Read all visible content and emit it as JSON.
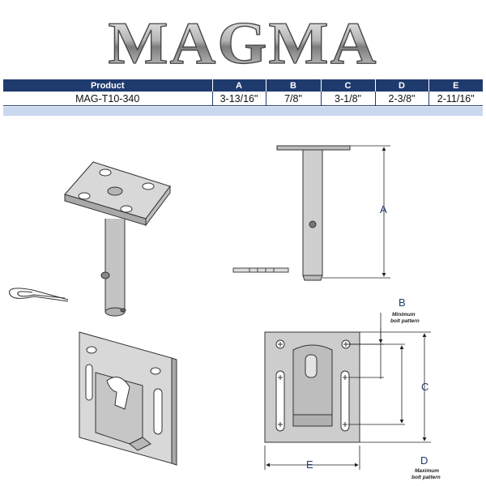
{
  "brand": {
    "logo_text": "MAGMA"
  },
  "spec_table": {
    "headers": [
      "Product",
      "A",
      "B",
      "C",
      "D",
      "E"
    ],
    "row": [
      "MAG-T10-340",
      "3-13/16\"",
      "7/8\"",
      "3-1/8\"",
      "2-3/8\"",
      "2-11/16\""
    ]
  },
  "dimensions": {
    "a_label": "A",
    "b_label": "B",
    "c_label": "C",
    "d_label": "D",
    "e_label": "E",
    "min_note_line1": "Minimum",
    "min_note_line2": "bolt pattern",
    "max_note_line1": "Maximum",
    "max_note_line2": "bolt pattern"
  },
  "colors": {
    "table_header": "#1f3b6e",
    "stripe": "#c9d8ee",
    "dimension_label": "#1f3b6e",
    "metal": "#c8c8c8"
  }
}
